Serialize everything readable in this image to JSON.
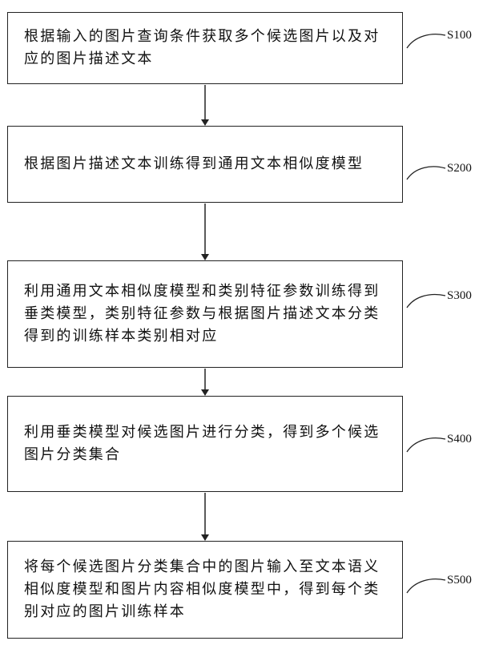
{
  "steps": [
    {
      "id": "S100",
      "text": "根据输入的图片查询条件获取多个候选图片以及对应的图片描述文本"
    },
    {
      "id": "S200",
      "text": "根据图片描述文本训练得到通用文本相似度模型"
    },
    {
      "id": "S300",
      "text": "利用通用文本相似度模型和类别特征参数训练得到垂类模型，类别特征参数与根据图片描述文本分类得到的训练样本类别相对应"
    },
    {
      "id": "S400",
      "text": "利用垂类模型对候选图片进行分类，得到多个候选图片分类集合"
    },
    {
      "id": "S500",
      "text": "将每个候选图片分类集合中的图片输入至文本语义相似度模型和图片内容相似度模型中，得到每个类别对应的图片训练样本"
    }
  ]
}
